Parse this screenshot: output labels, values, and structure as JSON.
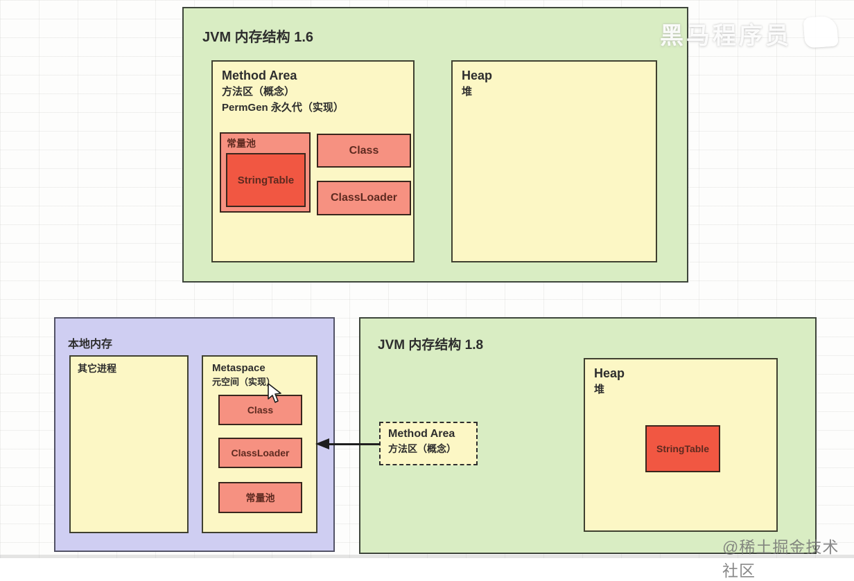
{
  "jvm16": {
    "title": "JVM 内存结构 1.6",
    "method_area": {
      "title": "Method Area",
      "subtitle": "方法区（概念）",
      "impl": "PermGen 永久代（实现）",
      "constant_pool": {
        "label": "常量池",
        "string_table": "StringTable"
      },
      "class_label": "Class",
      "classloader_label": "ClassLoader"
    },
    "heap": {
      "title": "Heap",
      "subtitle": "堆"
    }
  },
  "native_memory": {
    "title": "本地内存",
    "other_process_label": "其它进程",
    "metaspace": {
      "title": "Metaspace",
      "subtitle": "元空间（实现）",
      "class_label": "Class",
      "classloader_label": "ClassLoader",
      "constant_pool_label": "常量池"
    }
  },
  "jvm18": {
    "title": "JVM 内存结构 1.8",
    "method_area": {
      "title": "Method Area",
      "subtitle": "方法区（概念）"
    },
    "heap": {
      "title": "Heap",
      "subtitle": "堆",
      "string_table": "StringTable"
    }
  },
  "watermarks": {
    "top_right": "黑马程序员",
    "bottom_right": "@稀土掘金技术社区"
  },
  "colors": {
    "panel_green": "#d9edc3",
    "panel_purple": "#cfcef2",
    "box_yellow": "#fcf7c5",
    "box_salmon": "#f69181",
    "box_red": "#f15742",
    "border_dark": "#3a3a3a",
    "text_dark": "#2d2d2d",
    "text_maroon": "#5e2a20"
  }
}
